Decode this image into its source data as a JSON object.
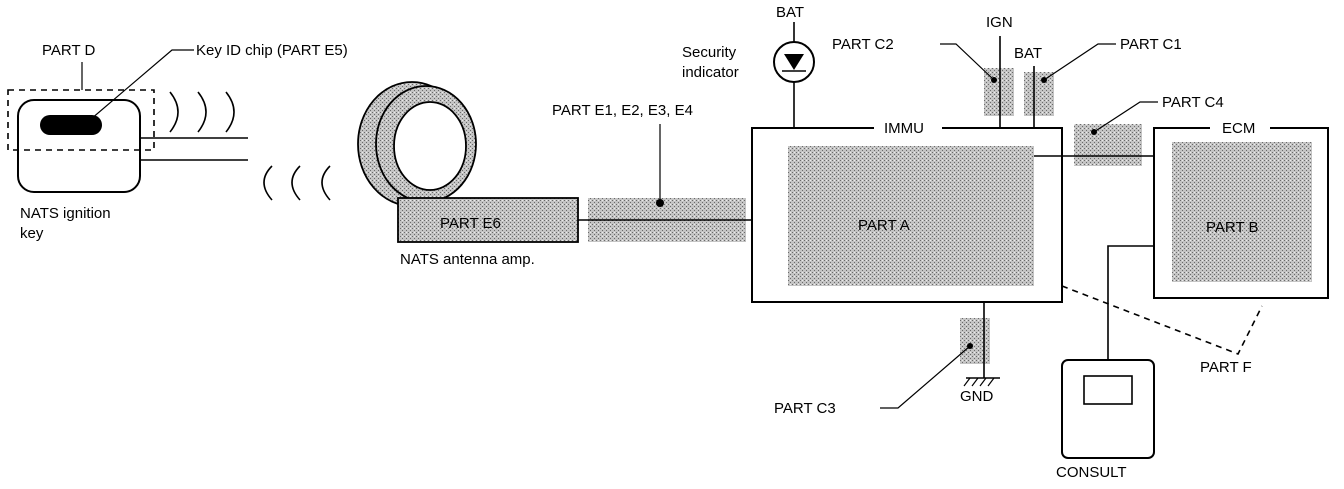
{
  "labels": {
    "part_d": "PART D",
    "key_id_chip": "Key ID chip (PART E5)",
    "nats_key_line1": "NATS ignition",
    "nats_key_line2": "key",
    "part_e6": "PART E6",
    "antenna_amp": "NATS antenna amp.",
    "part_e1_e4": "PART E1, E2, E3, E4",
    "bat_top": "BAT",
    "security_line1": "Security",
    "security_line2": "indicator",
    "part_c2": "PART C2",
    "ign": "IGN",
    "bat_right": "BAT",
    "part_c1": "PART C1",
    "part_c4": "PART C4",
    "immu": "IMMU",
    "part_a": "PART A",
    "ecm": "ECM",
    "part_b": "PART B",
    "part_c3": "PART C3",
    "gnd": "GND",
    "part_f": "PART F",
    "consult": "CONSULT"
  }
}
